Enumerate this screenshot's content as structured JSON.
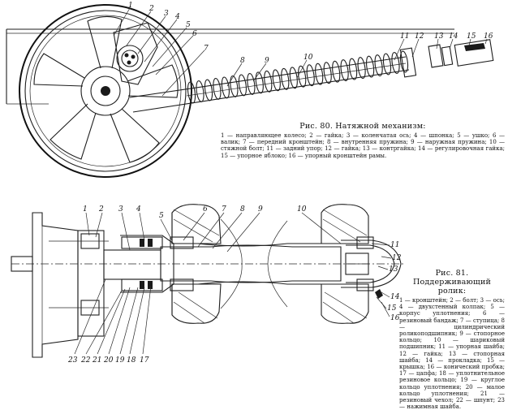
{
  "fig80": {
    "title": "Рис. 80. Натяжной механизм:",
    "legend": "1 — направляющее колесо; 2 — гайка; 3 — коленчатая ось; 4 — шпонка; 5 — ушко; 6 — валик; 7 — передний кронштейн; 8 — внутренняя пружина; 9 — наружная пружина; 10 — стяжной болт; 11 — задний упор; 12 — гайка; 13 — контргайка; 14 — регулировочная гайка; 15 — упорное яблоко; 16 — упорный кронштейн рамы.",
    "callouts": [
      "1",
      "2",
      "3",
      "4",
      "5",
      "6",
      "7",
      "8",
      "9",
      "10",
      "11",
      "12",
      "13",
      "14",
      "15",
      "16"
    ]
  },
  "fig81": {
    "title": "Рис. 81. Поддерживающий ролик:",
    "legend": "1 — кронштейн; 2 — болт; 3 — ось; 4 — двухстенный колпак; 5 — корпус уплотнения; 6 — резиновый бандаж; 7 — ступица; 8 — цилиндрический роликоподшипник; 9 — стопорное кольцо; 10 — шариковый подшипник; 11 — упорная шайба; 12 — гайка; 13 — стопорная шайба; 14 — прокладка; 15 — крышка; 16 — конический пробка; 17 — цапфа; 18 — уплотнительное резиновое кольцо; 19 — круглое кольцо уплотнения; 20 — малое кольцо уплотнения; 21 — резиновый чехол; 22 — шпунт; 23 — нажимная шайба.",
    "callouts": [
      "1",
      "2",
      "3",
      "4",
      "5",
      "6",
      "7",
      "8",
      "9",
      "10",
      "11",
      "12",
      "13",
      "14",
      "15",
      "16",
      "17",
      "18",
      "19",
      "20",
      "21",
      "22",
      "23"
    ]
  }
}
